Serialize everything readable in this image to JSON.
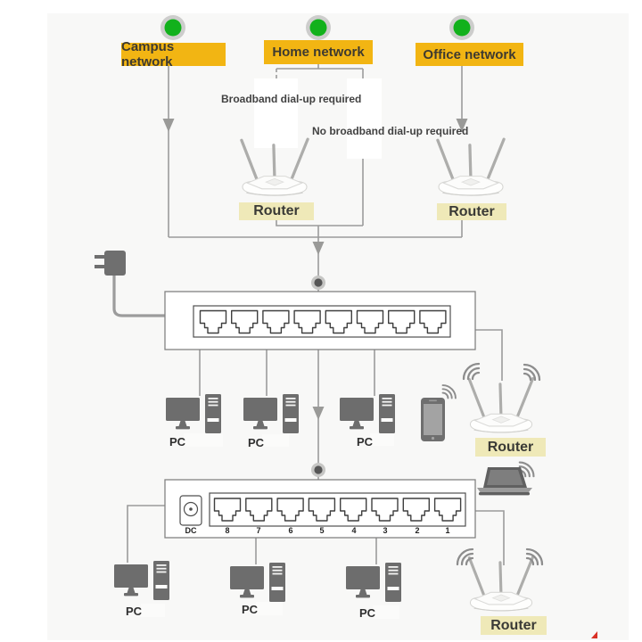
{
  "colors": {
    "page_bg": "#ffffff",
    "panel_bg": "#f8f8f7",
    "network_label_bg": "#f2b513",
    "router_label_bg": "#efe9b8",
    "indicator_green": "#12b11c",
    "line_gray": "#9b9b9b",
    "device_gray": "#6d6d6d",
    "text_dark": "#3c3c3c"
  },
  "networks": [
    {
      "id": "campus",
      "label": "Campus network",
      "indicator": "green-dot"
    },
    {
      "id": "home",
      "label": "Home network",
      "indicator": "green-dot"
    },
    {
      "id": "office",
      "label": "Office network",
      "indicator": "green-dot"
    }
  ],
  "annotations": {
    "broadband": "Broadband dial-up required",
    "no_broadband": "No broadband dial-up required"
  },
  "routers": [
    {
      "id": "home-router",
      "label": "Router"
    },
    {
      "id": "office-router",
      "label": "Router"
    },
    {
      "id": "wireless-router-upper",
      "label": "Router"
    },
    {
      "id": "wireless-router-lower",
      "label": "Router"
    }
  ],
  "switches": {
    "top": {
      "ports": 8
    },
    "bottom": {
      "ports": 8,
      "dc_label": "DC",
      "port_numbers": [
        "8",
        "7",
        "6",
        "5",
        "4",
        "3",
        "2",
        "1"
      ]
    }
  },
  "pcs": [
    {
      "label": "PC"
    },
    {
      "label": "PC"
    },
    {
      "label": "PC"
    },
    {
      "label": "PC"
    },
    {
      "label": "PC"
    },
    {
      "label": "PC"
    }
  ],
  "icons": {
    "wifi": "wifi-signal-arcs",
    "green_dot": "status-indicator-dot"
  }
}
